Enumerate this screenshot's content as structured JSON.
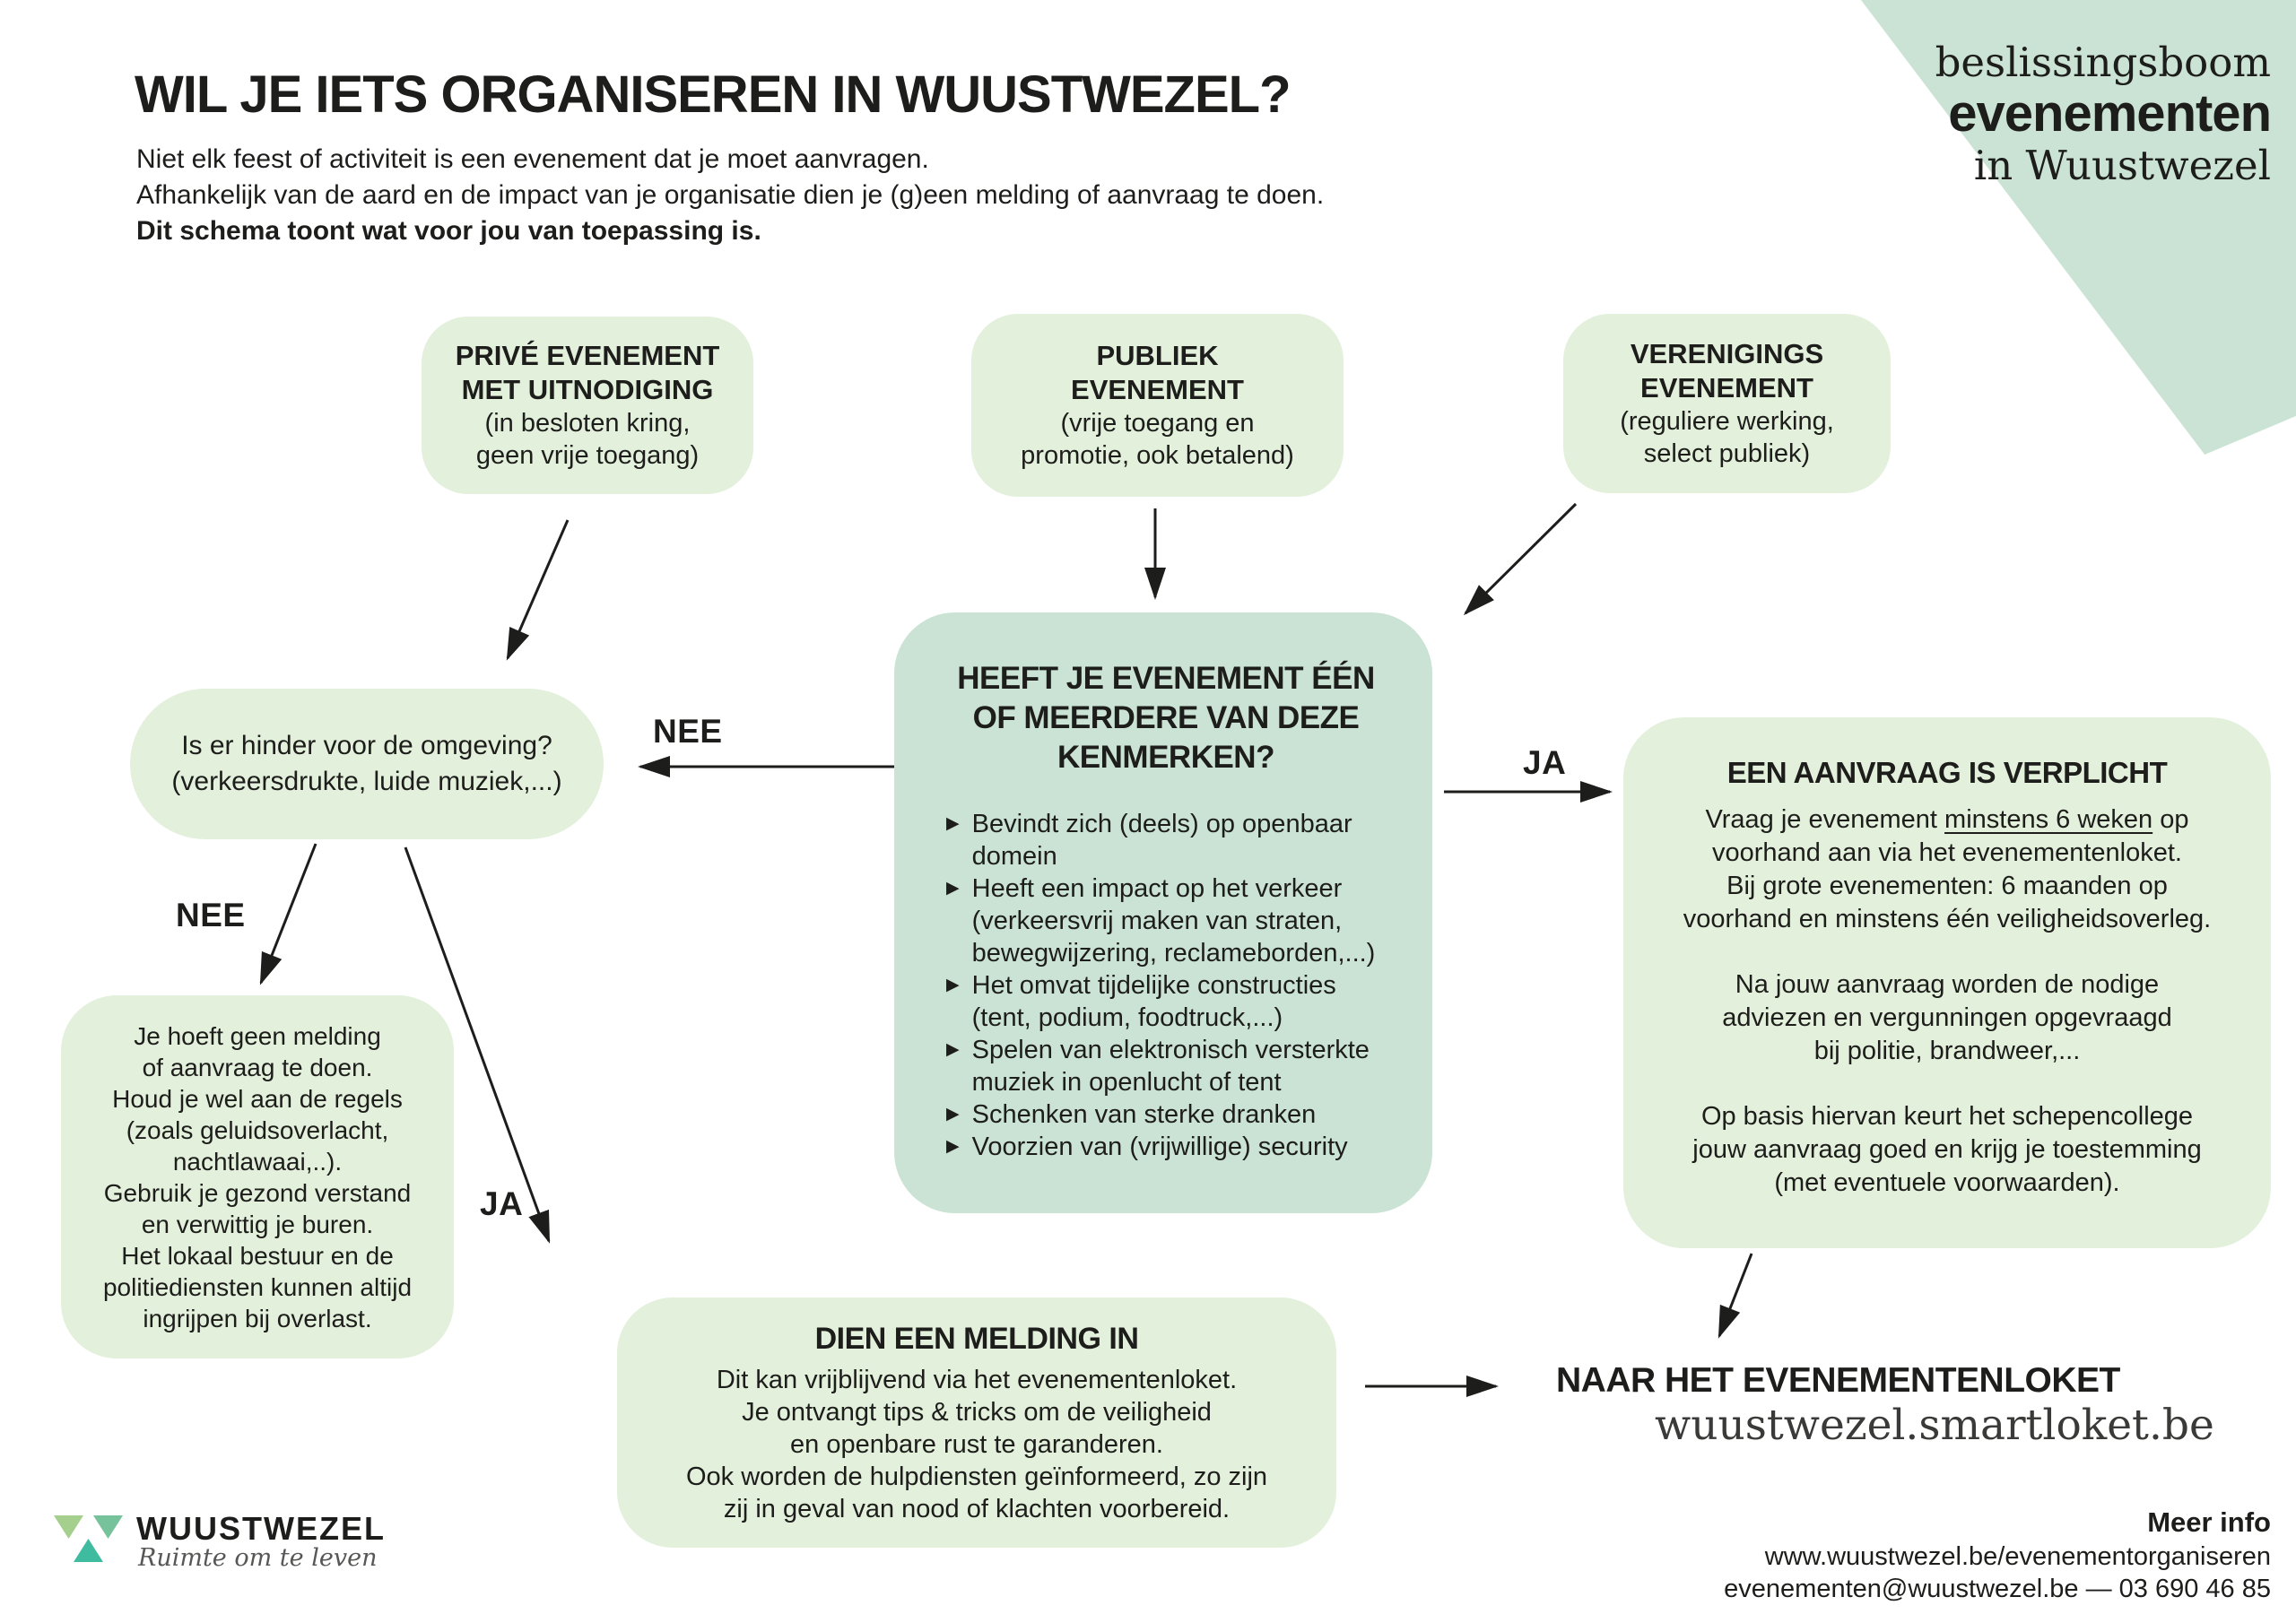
{
  "colors": {
    "box_light_green": "#e3f0db",
    "box_mint_green": "#cbe3d4",
    "corner_triangle": "#cbe3d4",
    "text": "#1d1d1b",
    "logo_green_light": "#a5cf8c",
    "logo_green": "#76c29b",
    "logo_teal": "#3fbca0",
    "tagline_gray": "#575756"
  },
  "badge": {
    "line1": "beslissingsboom",
    "line2": "evenementen",
    "line3": "in Wuustwezel"
  },
  "header": {
    "title": "WIL JE IETS ORGANISEREN IN WUUSTWEZEL?",
    "intro_line1": "Niet elk feest of activiteit is een evenement dat je moet aanvragen.",
    "intro_line2": "Afhankelijk van de aard en de impact van je organisatie dien je (g)een melding of aanvraag te doen.",
    "intro_line3": "Dit schema toont wat voor jou van toepassing is."
  },
  "labels": {
    "nee": "NEE",
    "ja": "JA"
  },
  "nodes": {
    "prive": {
      "title": "PRIVÉ EVENEMENT\nMET UITNODIGING",
      "subtitle": "(in besloten kring,\ngeen vrije toegang)"
    },
    "publiek": {
      "title": "PUBLIEK\nEVENEMENT",
      "subtitle": "(vrije toegang en\npromotie, ook betalend)"
    },
    "verenigings": {
      "title": "VERENIGINGS\nEVENEMENT",
      "subtitle": "(reguliere werking,\nselect publiek)"
    },
    "hinder": {
      "text": "Is er hinder voor de omgeving?\n(verkeersdrukte, luide muziek,...)"
    },
    "kenmerken": {
      "title": "HEEFT JE EVENEMENT ÉÉN\nOF MEERDERE VAN DEZE\nKENMERKEN?",
      "bullet_icon": "▶",
      "bullets": [
        "Bevindt zich (deels) op openbaar domein",
        "Heeft een impact op het verkeer (verkeersvrij maken van straten, bewegwijzering, reclameborden,...)",
        "Het omvat tijdelijke constructies (tent, podium, foodtruck,...)",
        "Spelen van elektronisch versterkte muziek in openlucht of tent",
        "Schenken van sterke dranken",
        "Voorzien van (vrijwillige) security"
      ]
    },
    "aanvraag": {
      "title": "EEN AANVRAAG IS VERPLICHT",
      "p1_pre": "Vraag je evenement ",
      "p1_underline": "minstens 6 weken",
      "p1_post": " op\nvoorhand aan via het evenementenloket.\nBij grote evenementen: 6 maanden op\nvoorhand en minstens één veiligheidsoverleg.",
      "p2": "Na jouw aanvraag worden de nodige\nadviezen en vergunningen opgevraagd\nbij politie, brandweer,...",
      "p3": "Op basis hiervan keurt het schepencollege\njouw aanvraag goed en krijg je toestemming\n(met eventuele voorwaarden)."
    },
    "geen_melding": {
      "text": "Je hoeft geen melding\nof aanvraag te doen.\nHoud je wel aan de regels\n(zoals geluidsoverlacht,\nnachtlawaai,..).\nGebruik je gezond verstand\nen verwittig je buren.\nHet lokaal bestuur en de\npolitiediensten kunnen altijd\ningrijpen bij overlast."
    },
    "melding": {
      "title": "DIEN EEN MELDING IN",
      "body": "Dit kan vrijblijvend via het evenementenloket.\nJe ontvangt tips & tricks om de veiligheid\nen openbare rust te garanderen.\nOok worden de hulpdiensten geïnformeerd, zo zijn\nzij in geval van nood of klachten voorbereid."
    },
    "loket": {
      "title": "NAAR HET EVENEMENTENLOKET",
      "url": "wuustwezel.smartloket.be"
    }
  },
  "footer": {
    "logo_text": "WUUSTWEZEL",
    "logo_tagline": "Ruimte om te leven",
    "meer_info_title": "Meer info",
    "meer_info_line1": "www.wuustwezel.be/evenementorganiseren",
    "meer_info_line2": "evenementen@wuustwezel.be — 03 690 46 85"
  }
}
